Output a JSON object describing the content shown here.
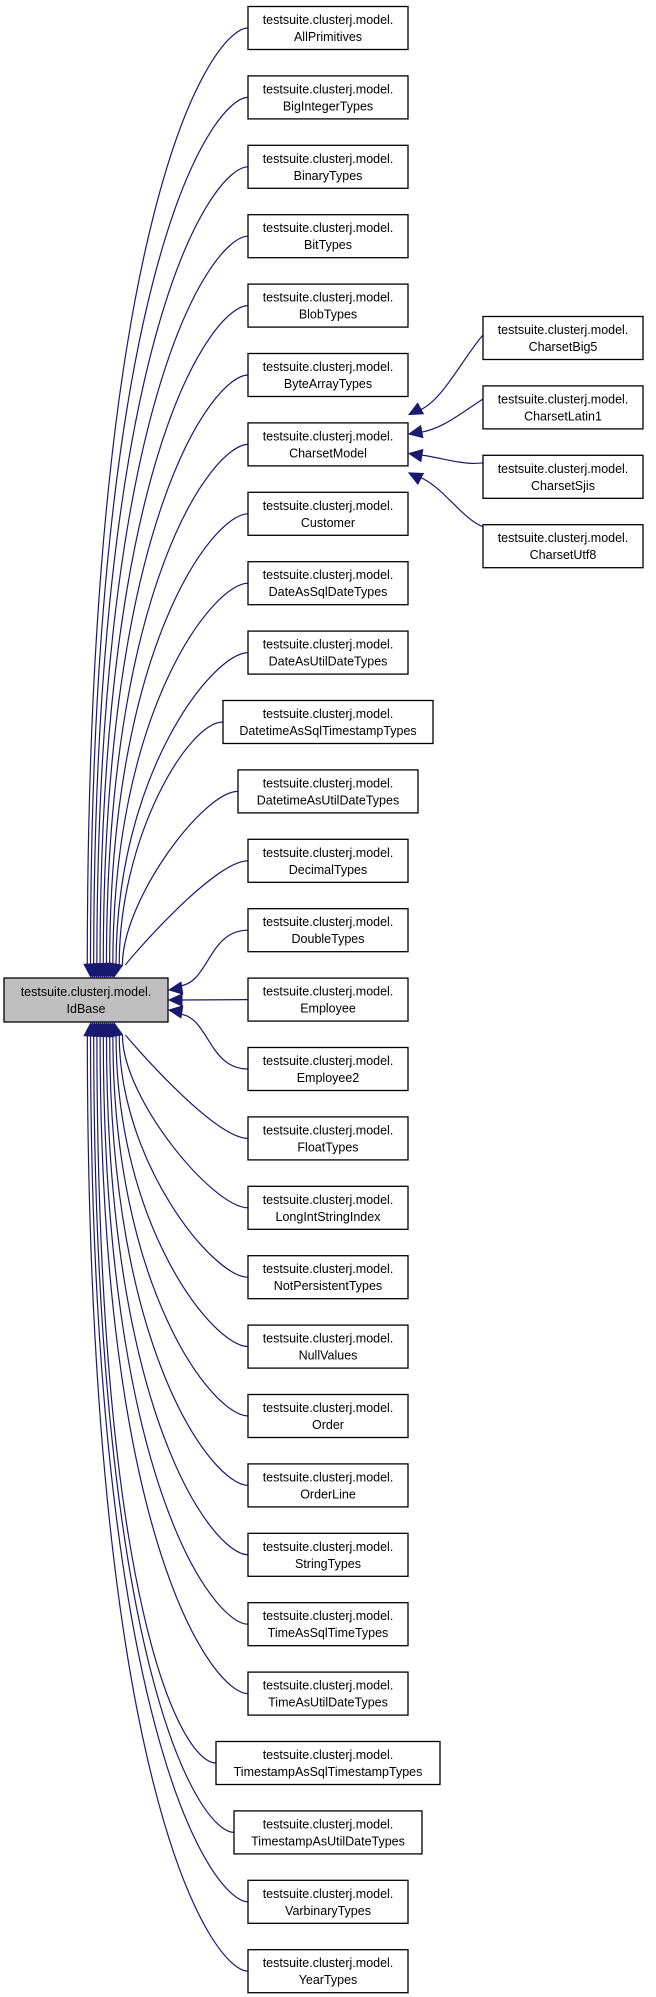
{
  "diagram": {
    "root": {
      "line1": "testsuite.clusterj.model.",
      "line2": "IdBase"
    },
    "children": [
      {
        "line1": "testsuite.clusterj.model.",
        "line2": "AllPrimitives"
      },
      {
        "line1": "testsuite.clusterj.model.",
        "line2": "BigIntegerTypes"
      },
      {
        "line1": "testsuite.clusterj.model.",
        "line2": "BinaryTypes"
      },
      {
        "line1": "testsuite.clusterj.model.",
        "line2": "BitTypes"
      },
      {
        "line1": "testsuite.clusterj.model.",
        "line2": "BlobTypes"
      },
      {
        "line1": "testsuite.clusterj.model.",
        "line2": "ByteArrayTypes"
      },
      {
        "line1": "testsuite.clusterj.model.",
        "line2": "CharsetModel"
      },
      {
        "line1": "testsuite.clusterj.model.",
        "line2": "Customer"
      },
      {
        "line1": "testsuite.clusterj.model.",
        "line2": "DateAsSqlDateTypes"
      },
      {
        "line1": "testsuite.clusterj.model.",
        "line2": "DateAsUtilDateTypes"
      },
      {
        "line1": "testsuite.clusterj.model.",
        "line2": "DatetimeAsSqlTimestampTypes"
      },
      {
        "line1": "testsuite.clusterj.model.",
        "line2": "DatetimeAsUtilDateTypes"
      },
      {
        "line1": "testsuite.clusterj.model.",
        "line2": "DecimalTypes"
      },
      {
        "line1": "testsuite.clusterj.model.",
        "line2": "DoubleTypes"
      },
      {
        "line1": "testsuite.clusterj.model.",
        "line2": "Employee"
      },
      {
        "line1": "testsuite.clusterj.model.",
        "line2": "Employee2"
      },
      {
        "line1": "testsuite.clusterj.model.",
        "line2": "FloatTypes"
      },
      {
        "line1": "testsuite.clusterj.model.",
        "line2": "LongIntStringIndex"
      },
      {
        "line1": "testsuite.clusterj.model.",
        "line2": "NotPersistentTypes"
      },
      {
        "line1": "testsuite.clusterj.model.",
        "line2": "NullValues"
      },
      {
        "line1": "testsuite.clusterj.model.",
        "line2": "Order"
      },
      {
        "line1": "testsuite.clusterj.model.",
        "line2": "OrderLine"
      },
      {
        "line1": "testsuite.clusterj.model.",
        "line2": "StringTypes"
      },
      {
        "line1": "testsuite.clusterj.model.",
        "line2": "TimeAsSqlTimeTypes"
      },
      {
        "line1": "testsuite.clusterj.model.",
        "line2": "TimeAsUtilDateTypes"
      },
      {
        "line1": "testsuite.clusterj.model.",
        "line2": "TimestampAsSqlTimestampTypes"
      },
      {
        "line1": "testsuite.clusterj.model.",
        "line2": "TimestampAsUtilDateTypes"
      },
      {
        "line1": "testsuite.clusterj.model.",
        "line2": "VarbinaryTypes"
      },
      {
        "line1": "testsuite.clusterj.model.",
        "line2": "YearTypes"
      }
    ],
    "charset_children": [
      {
        "line1": "testsuite.clusterj.model.",
        "line2": "CharsetBig5"
      },
      {
        "line1": "testsuite.clusterj.model.",
        "line2": "CharsetLatin1"
      },
      {
        "line1": "testsuite.clusterj.model.",
        "line2": "CharsetSjis"
      },
      {
        "line1": "testsuite.clusterj.model.",
        "line2": "CharsetUtf8"
      }
    ],
    "colors": {
      "edge": "#191970",
      "root_fill": "#bfbfbf",
      "node_fill": "#ffffff",
      "border": "#000000"
    }
  }
}
